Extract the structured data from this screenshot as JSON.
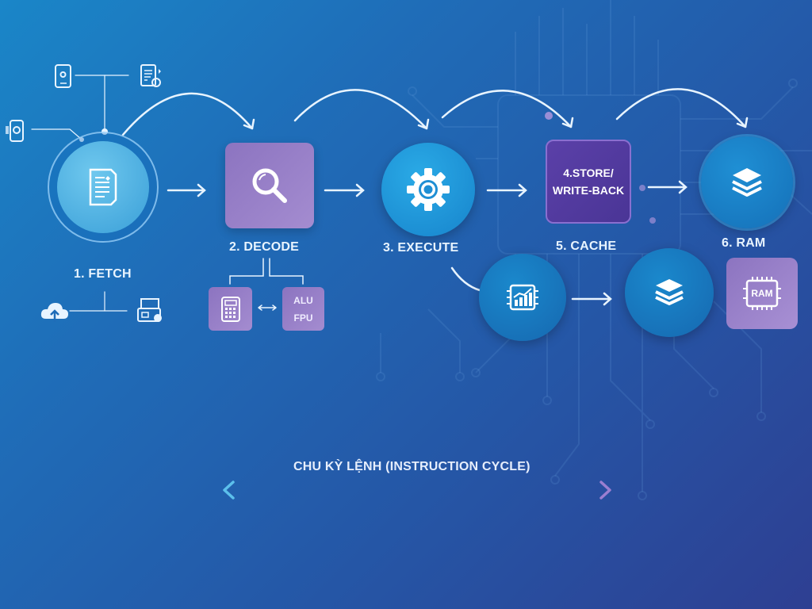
{
  "diagram": {
    "title": "CHU KỲ LỆNH (INSTRUCTION CYCLE)",
    "colors": {
      "bg_top_left": "#1a86c8",
      "bg_bottom_right": "#2e3f92",
      "fetch_circle": "#4fb3e0",
      "decode_box": "#9a7fc4",
      "execute_circle": "#1e98d8",
      "store_box": "#5a3fa0",
      "ram_circle": "#1a7fc4",
      "ram_chip_box": "#9a82c8",
      "line": "#cfe8ff"
    },
    "steps": [
      {
        "id": "fetch",
        "label": "1. FETCH",
        "icon": "document-icon"
      },
      {
        "id": "decode",
        "label": "2. DECODE",
        "icon": "magnifier-icon"
      },
      {
        "id": "execute",
        "label": "3. EXECUTE",
        "icon": "gear-icon"
      },
      {
        "id": "store",
        "label": "4.STORE/",
        "label2": "WRITE-BACK"
      },
      {
        "id": "cache",
        "label": "5. CACHE",
        "icon": "layers-icon"
      },
      {
        "id": "ram",
        "label": "6. RAM",
        "icon": "layers-icon"
      }
    ],
    "decode_sub": {
      "left_icon": "calculator-icon",
      "right_line1": "ALU",
      "right_line2": "FPU"
    },
    "fetch_sources": [
      "hard-drive-icon",
      "document-shield-icon",
      "phone-camera-icon",
      "cloud-upload-icon",
      "printer-icon"
    ],
    "execute_sub": {
      "chip_icon": "chip-chart-icon",
      "layers_icon": "layers-icon"
    },
    "ram_chip": {
      "label": "RAM"
    }
  }
}
